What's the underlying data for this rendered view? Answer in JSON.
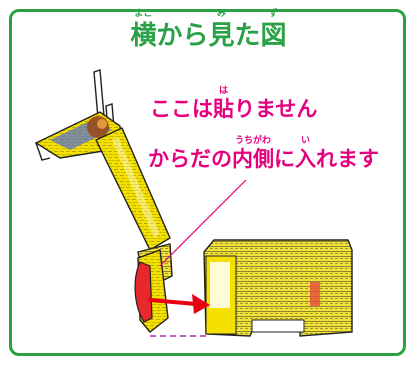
{
  "title": {
    "kanji1": "横",
    "ruby1": "よこ",
    "kana1": "から",
    "kanji2": "見",
    "ruby2": "み",
    "kana2": "た",
    "kanji3": "図",
    "ruby3": "ず"
  },
  "note1": {
    "pre": "ここは",
    "kanji": "貼",
    "ruby": "は",
    "post": "りません"
  },
  "note2": {
    "pre": "からだの",
    "kanji1": "内側",
    "ruby1": "うちがわ",
    "mid": "に",
    "kanji2": "入",
    "ruby2": "い",
    "post": "れます"
  },
  "colors": {
    "frame": "#2aa145",
    "note_text": "#e6007e",
    "arrow": "#e60012",
    "package": "#f5e100",
    "dashed_line": "#c060c0"
  }
}
